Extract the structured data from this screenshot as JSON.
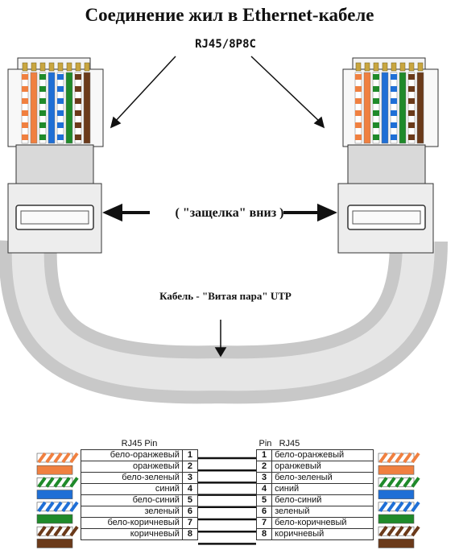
{
  "title": "Соединение жил в Ethernet-кабеле",
  "connector_label": "RJ45/8P8C",
  "latch_label": "( \"защелка\" вниз )",
  "cable_label": "Кабель - \"Витая пара\" UTP",
  "table": {
    "left_header": {
      "title": "RJ45",
      "pin": "Pin"
    },
    "right_header": {
      "pin": "Pin",
      "title": "RJ45"
    },
    "rows": [
      {
        "pin": "1",
        "name": "бело-оранжевый",
        "color": "#f08040",
        "striped": true
      },
      {
        "pin": "2",
        "name": "оранжевый",
        "color": "#f08040",
        "striped": false
      },
      {
        "pin": "3",
        "name": "бело-зеленый",
        "color": "#1f8a2a",
        "striped": true
      },
      {
        "pin": "4",
        "name": "синий",
        "color": "#1f6fd6",
        "striped": false
      },
      {
        "pin": "5",
        "name": "бело-синий",
        "color": "#1f6fd6",
        "striped": true
      },
      {
        "pin": "6",
        "name": "зеленый",
        "color": "#1f8a2a",
        "striped": false
      },
      {
        "pin": "7",
        "name": "бело-коричневый",
        "color": "#6b3a1a",
        "striped": true
      },
      {
        "pin": "8",
        "name": "коричневый",
        "color": "#6b3a1a",
        "striped": false
      }
    ]
  }
}
